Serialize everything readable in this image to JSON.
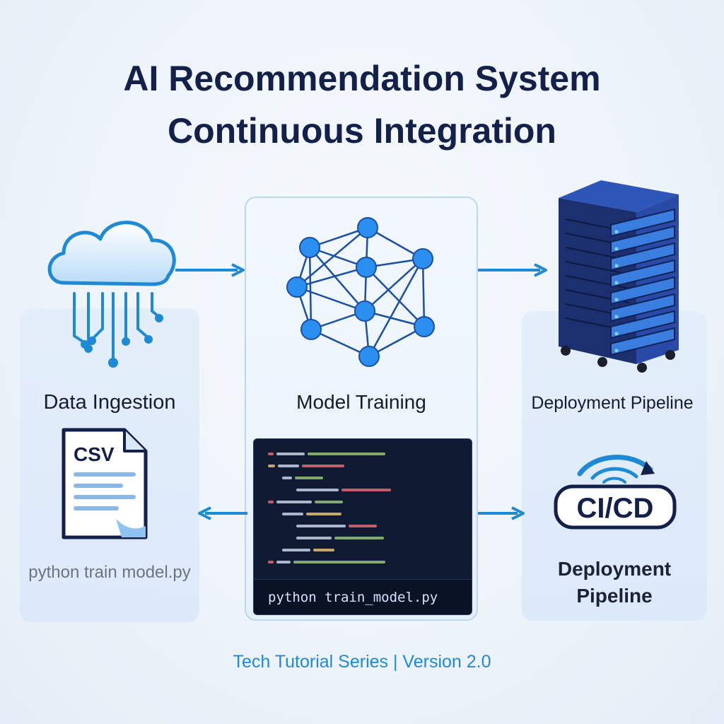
{
  "title": {
    "line1": "AI Recommendation System",
    "line2": "Continuous Integration"
  },
  "stages": {
    "data_ingestion": {
      "label": "Data Ingestion",
      "file_icon_text": "CSV",
      "command": "python train model.py"
    },
    "model_training": {
      "label": "Model Training",
      "command": "python train_model.py"
    },
    "deployment": {
      "label_top": "Deployment Pipeline",
      "badge_text": "CI/CD",
      "label_bottom": "Deployment Pipeline"
    }
  },
  "footer": {
    "text": "Tech Tutorial Series | Version 2.0"
  },
  "colors": {
    "title": "#13214a",
    "accent": "#1e8ad6",
    "node": "#2a8ff0",
    "server": "#1f3a8a",
    "code_bg": "#0f1a33"
  },
  "icons": [
    "cloud-icon",
    "neural-network-icon",
    "server-rack-icon",
    "csv-file-icon",
    "cicd-badge-icon"
  ]
}
